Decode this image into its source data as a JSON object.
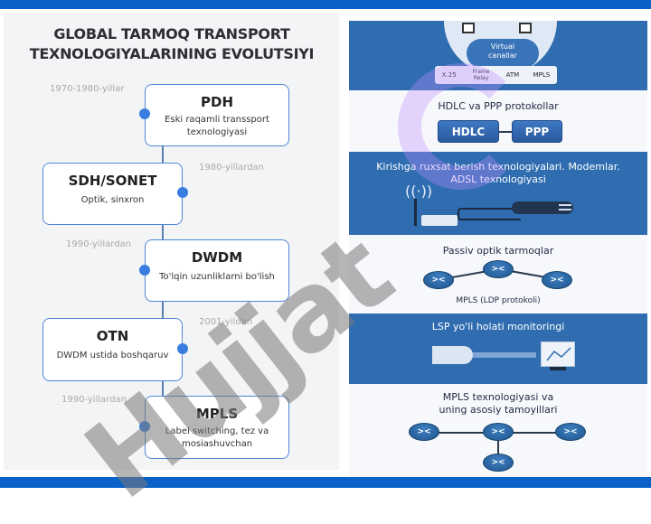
{
  "title": {
    "line1": "GLOBAL TARMOQ TRANSPORT",
    "line2": "TEXNOLOGIYALARINING EVOLUTSIYI"
  },
  "timeline": [
    {
      "name": "PDH",
      "desc": "Eski raqamli transsport texnologiyasi",
      "year": "1970-1980-yillar"
    },
    {
      "name": "SDH/SONET",
      "desc": "Optik, sinxron",
      "year": "1980-yillardan"
    },
    {
      "name": "DWDM",
      "desc": "To'lqin uzunliklarni bo'lish",
      "year": "1990-yillardan"
    },
    {
      "name": "OTN",
      "desc": "DWDM ustida boshqaruv",
      "year": "2001-yildan"
    },
    {
      "name": "MPLS",
      "desc": "Label switching, tez va mosiashuvchan",
      "year": "1990-yillardan"
    }
  ],
  "right": {
    "cloud": {
      "label": "Virtual canallar",
      "protocols": [
        "X.25",
        "Frame Relay",
        "ATM",
        "MPLS"
      ]
    },
    "hdlc": {
      "title": "HDLC va PPP protokollar",
      "buttons": [
        "HDLC",
        "PPP"
      ]
    },
    "access": {
      "title": "Kirishga ruxsat berish texnologiyalari. Modemlar. ADSL texnologiyasi"
    },
    "pon": {
      "title": "Passiv optik tarmoqlar",
      "caption": "MPLS (LDP protokoli)"
    },
    "lsp": {
      "title": "LSP yo'li holati monitoringi"
    },
    "mpls": {
      "title": "MPLS texnologiyasi va uning asosiy tamoyillari"
    }
  },
  "watermark": "Hujjat",
  "colors": {
    "accent": "#0a62c9",
    "panel": "#2f6db0",
    "dot": "#3a7de0"
  }
}
